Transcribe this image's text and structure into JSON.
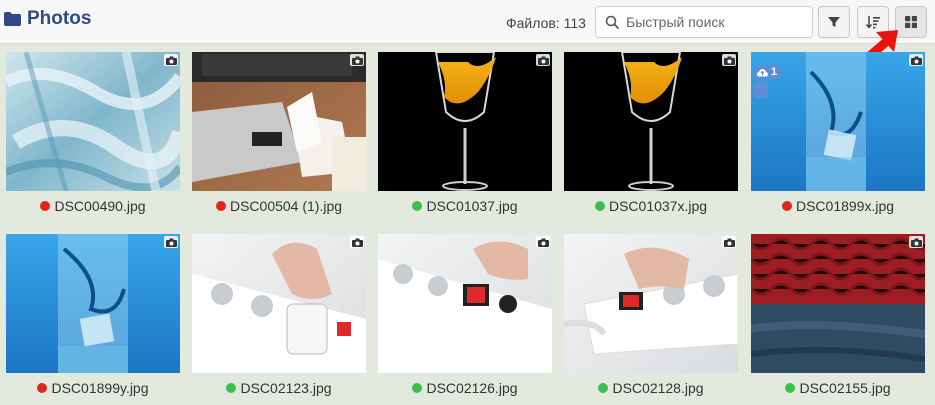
{
  "header": {
    "title": "Photos",
    "count_label": "Файлов: 113",
    "search_placeholder": "Быстрый поиск"
  },
  "colors": {
    "red_status": "#e0281b",
    "green_status": "#3cbf4e",
    "title": "#2f4a86",
    "badge": "#5b8fd8"
  },
  "items": [
    {
      "name": "DSC00490.jpg",
      "status": "red"
    },
    {
      "name": "DSC00504 (1).jpg",
      "status": "red"
    },
    {
      "name": "DSC01037.jpg",
      "status": "green"
    },
    {
      "name": "DSC01037x.jpg",
      "status": "green"
    },
    {
      "name": "DSC01899x.jpg",
      "status": "red",
      "badge": "1"
    },
    {
      "name": "DSC01899y.jpg",
      "status": "red"
    },
    {
      "name": "DSC02123.jpg",
      "status": "green"
    },
    {
      "name": "DSC02126.jpg",
      "status": "green"
    },
    {
      "name": "DSC02128.jpg",
      "status": "green"
    },
    {
      "name": "DSC02155.jpg",
      "status": "green"
    }
  ]
}
